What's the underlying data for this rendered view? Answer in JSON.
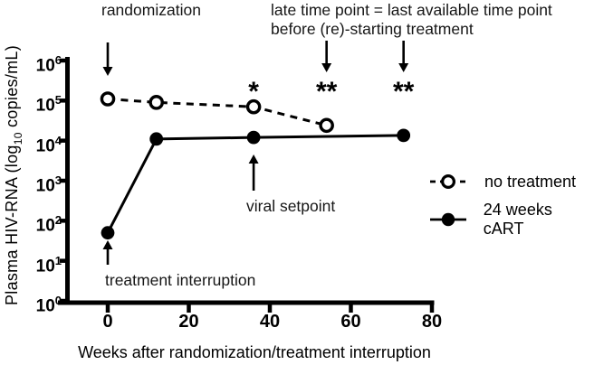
{
  "figure": {
    "background": "#ffffff",
    "ink": "#000000"
  },
  "chart_data": {
    "type": "line",
    "title": "",
    "xlabel": "Weeks after randomization/treatment interruption",
    "ylabel": "Plasma HIV-RNA (log10 copies/mL)",
    "ylabel_parts": {
      "prefix": "Plasma HIV-RNA (log",
      "sub": "10",
      "suffix": " copies/mL)"
    },
    "x_ticks": [
      0,
      20,
      40,
      60,
      80
    ],
    "xlim": [
      0,
      80
    ],
    "y_scale": "log10",
    "y_tick_base": "10",
    "y_tick_exponents": [
      0,
      1,
      2,
      3,
      4,
      5,
      6
    ],
    "ylim": [
      1,
      1000000
    ],
    "grid": false,
    "legend_position": "right",
    "series": [
      {
        "name": "no treatment",
        "line_style": "dashed",
        "marker": "open-circle",
        "x": [
          0,
          12,
          36,
          54
        ],
        "y": [
          110000,
          90000,
          70000,
          24000
        ]
      },
      {
        "name": "24 weeks cART",
        "line_style": "solid",
        "marker": "filled-circle",
        "x": [
          0,
          12,
          36,
          73
        ],
        "y": [
          50,
          11000,
          12000,
          13500
        ]
      }
    ],
    "significance_marks": [
      {
        "week": 36,
        "text": "*"
      },
      {
        "week": 54,
        "text": "**"
      },
      {
        "week": 73,
        "text": "**"
      }
    ],
    "arrows": [
      {
        "name": "randomization",
        "week": 0,
        "direction": "down"
      },
      {
        "name": "late-time-point-1",
        "week": 54,
        "direction": "down"
      },
      {
        "name": "late-time-point-2",
        "week": 73,
        "direction": "down"
      },
      {
        "name": "viral-setpoint",
        "week": 36,
        "direction": "up"
      },
      {
        "name": "treatment-interruption",
        "week": 0,
        "direction": "up"
      }
    ]
  },
  "annotations": {
    "randomization": "randomization",
    "late_time_point_line1": "late time point = last available time point",
    "late_time_point_line2": "before (re)-starting treatment",
    "viral_setpoint": "viral setpoint",
    "treatment_interruption": "treatment interruption"
  },
  "legend": {
    "items": [
      {
        "label": "no treatment"
      },
      {
        "label": "24 weeks cART"
      }
    ]
  }
}
